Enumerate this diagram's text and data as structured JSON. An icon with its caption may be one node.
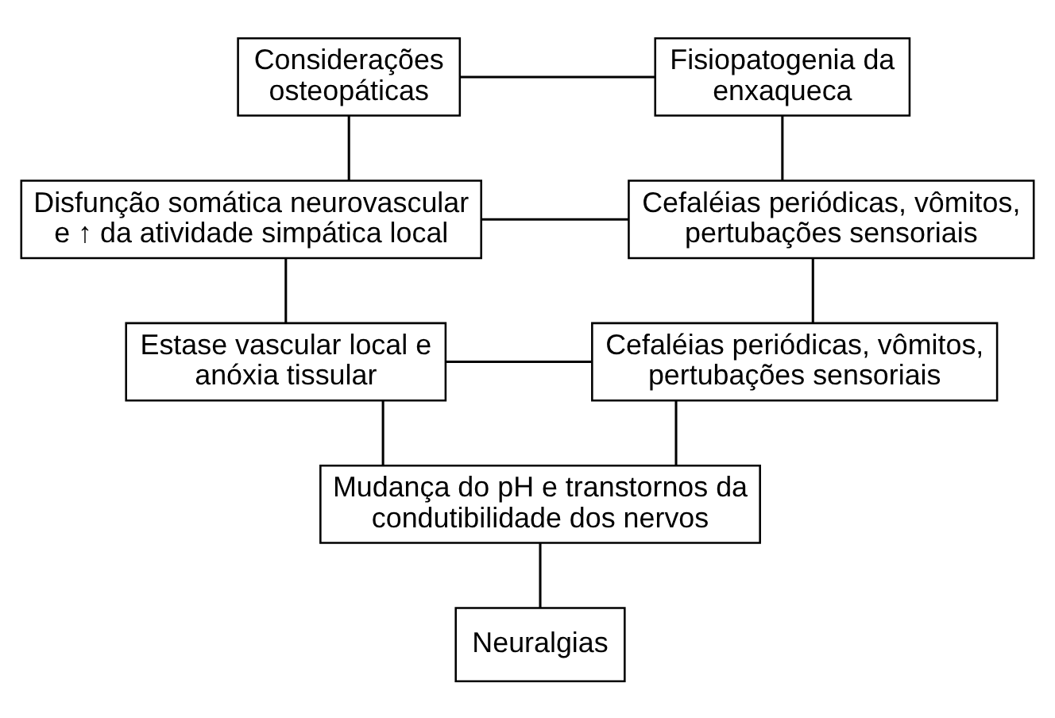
{
  "diagram": {
    "nodes": [
      {
        "text": [
          "Considerações osteopáticas"
        ]
      },
      {
        "text": [
          "Fisiopatogenia da enxaqueca"
        ]
      },
      {
        "text": [
          "Disfunção somática neurovascular e ↑ da atividade simpática local"
        ]
      },
      {
        "text": [
          "Cefaléias periódicas, vômitos, pertubações sensoriais"
        ]
      },
      {
        "text": [
          "Estase vascular local e anóxia tissular"
        ]
      },
      {
        "text": [
          "Cefaléias periódicas, vômitos, pertubações sensoriais"
        ]
      },
      {
        "text": [
          "Mudança do pH e transtornos da condutibilidade dos nervos"
        ]
      },
      {
        "text": [
          "Neuralgias"
        ]
      }
    ],
    "edges": [
      {
        "from": 0,
        "to": 1,
        "arrow": "none"
      },
      {
        "from": 0,
        "to": 2,
        "arrow": "none"
      },
      {
        "from": 1,
        "to": 3,
        "arrow": "none"
      },
      {
        "from": 2,
        "to": 3,
        "arrow": "none"
      },
      {
        "from": 2,
        "to": 4,
        "arrow": "none"
      },
      {
        "from": 3,
        "to": 5,
        "arrow": "none"
      },
      {
        "from": 4,
        "to": 5,
        "arrow": "none"
      },
      {
        "from": 4,
        "to": 6,
        "arrow": "none"
      },
      {
        "from": 5,
        "to": 6,
        "arrow": "none"
      },
      {
        "from": 6,
        "to": 7,
        "arrow": "none"
      }
    ]
  }
}
